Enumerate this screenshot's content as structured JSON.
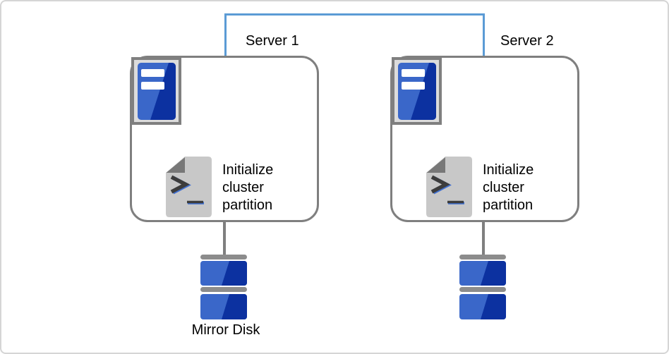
{
  "servers": [
    {
      "label": "Server 1",
      "action": "Initialize cluster partition"
    },
    {
      "label": "Server 2",
      "action": "Initialize cluster partition"
    }
  ],
  "mirror_disk_label": "Mirror Disk",
  "icons": {
    "server": "server-tower-icon",
    "script": "script-terminal-icon",
    "disk": "disk-stack-icon",
    "interconnect": "network-link-line"
  },
  "colors": {
    "link_blue": "#5b9bd5",
    "icon_blue_light": "#3a67c9",
    "icon_blue_dark": "#0c31a0",
    "border_gray": "#7f7f7f",
    "disk_bar_gray": "#8c8c8c",
    "doc_body_gray": "#c8c8c8",
    "doc_fold_gray": "#787878",
    "glyph_dark": "#3c3c3c",
    "glyph_blue": "#3f6fd1",
    "frame_gray": "#d5d5d5",
    "text_black": "#000000"
  }
}
